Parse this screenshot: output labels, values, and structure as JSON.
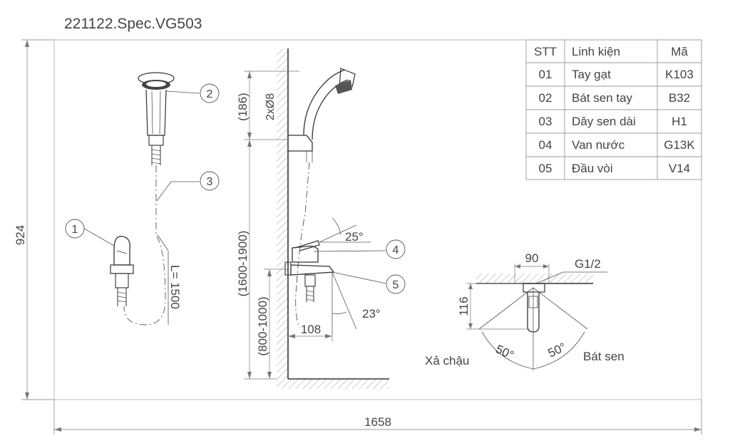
{
  "title": "221122.Spec.VG503",
  "dimensions": {
    "total_height": "924",
    "total_width": "1658",
    "top_offset": "(186)",
    "holes": "2xØ8",
    "shower_height": "(1600-1900)",
    "faucet_height": "(800-1000)",
    "spout_reach": "108",
    "lever_angle": "25°",
    "spout_angle": "23°",
    "hose_length": "L= 1500",
    "valve_width": "90",
    "thread": "G1/2",
    "valve_height": "116",
    "rotation_left": "50°",
    "rotation_right": "50°"
  },
  "labels": {
    "drain": "Xả chậu",
    "shower": "Bát sen"
  },
  "callouts": [
    "1",
    "2",
    "3",
    "4",
    "5"
  ],
  "parts_table": {
    "headers": [
      "STT",
      "Linh kiện",
      "Mã"
    ],
    "rows": [
      [
        "01",
        "Tay gạt",
        "K103"
      ],
      [
        "02",
        "Bát sen tay",
        "B32"
      ],
      [
        "03",
        "Dây sen dài",
        "H1"
      ],
      [
        "04",
        "Van nước",
        "G13K"
      ],
      [
        "05",
        "Đầu vòi",
        "V14"
      ]
    ]
  },
  "colors": {
    "line": "#333333",
    "text": "#444444",
    "frame": "#bbbbbb"
  }
}
